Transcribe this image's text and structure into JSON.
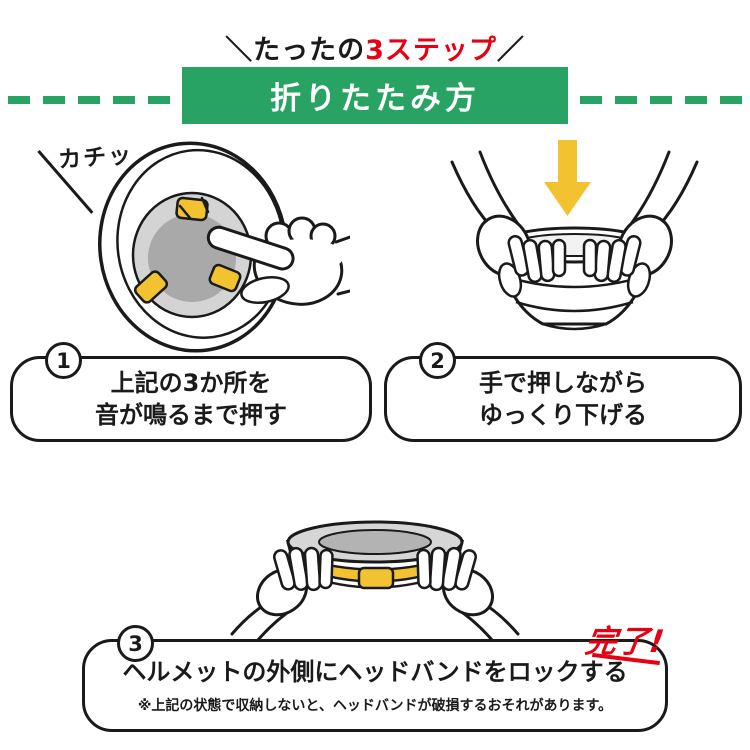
{
  "header": {
    "tagline_prefix": "＼たったの",
    "tagline_highlight": "3ステップ",
    "tagline_suffix": "／",
    "banner_title": "折りたたみ方"
  },
  "illustration_labels": {
    "click_sound": "カチッ",
    "complete": "完了!"
  },
  "steps": [
    {
      "number": "1",
      "line1": "上記の3か所を",
      "line2": "音が鳴るまで押す"
    },
    {
      "number": "2",
      "line1": "手で押しながら",
      "line2": "ゆっくり下げる"
    },
    {
      "number": "3",
      "line1": "ヘルメットの外側にヘッドバンドをロックする",
      "note": "※上記の状態で収納しないと、ヘッドバンドが破損するおそれがあります。"
    }
  ],
  "colors": {
    "green": "#29a363",
    "red": "#e60012",
    "yellow": "#f3c231",
    "outline": "#1a1a1a",
    "helmet_gray_light": "#d4d4d4",
    "helmet_gray_dark": "#a9a9a9"
  }
}
